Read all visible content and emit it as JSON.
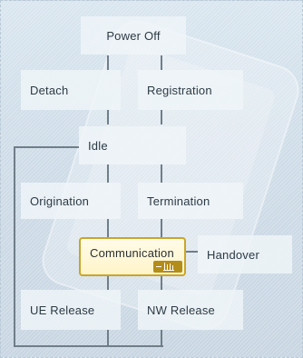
{
  "diagram": {
    "nodes": [
      {
        "id": "power-off",
        "label": "Power Off"
      },
      {
        "id": "detach",
        "label": "Detach"
      },
      {
        "id": "registration",
        "label": "Registration"
      },
      {
        "id": "idle",
        "label": "Idle"
      },
      {
        "id": "origination",
        "label": "Origination"
      },
      {
        "id": "termination",
        "label": "Termination"
      },
      {
        "id": "communication",
        "label": "Communication",
        "highlighted": true
      },
      {
        "id": "handover",
        "label": "Handover"
      },
      {
        "id": "ue-release",
        "label": "UE Release"
      },
      {
        "id": "nw-release",
        "label": "NW Release"
      }
    ],
    "colors": {
      "background": "#d3e0ea",
      "node": "#eef4f8",
      "highlight": "#fff6d0",
      "highlight_border": "#c9a52a",
      "connector": "#6f7e89",
      "text": "#2c3a44"
    },
    "icons": {
      "communication_badge": "antenna-signal-icon",
      "background": "mobile-phone-icon"
    }
  }
}
